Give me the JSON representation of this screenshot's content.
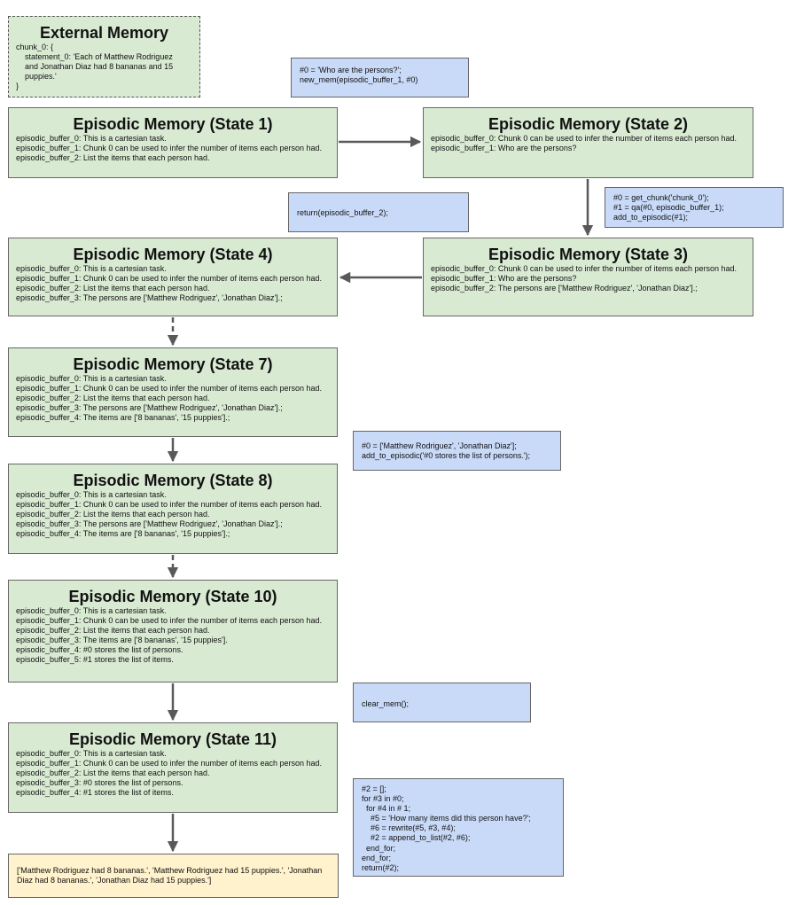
{
  "external": {
    "title": "External Memory",
    "lines": [
      "chunk_0: {",
      "    statement_0: 'Each of Matthew Rodriguez",
      "    and Jonathan Diaz had 8 bananas and 15",
      "    puppies.'",
      "}"
    ]
  },
  "states": {
    "s1": {
      "title": "Episodic Memory (State 1)",
      "lines": [
        "episodic_buffer_0: This is a cartesian task.",
        "episodic_buffer_1: Chunk 0 can be used to infer the number of items each person had.",
        "episodic_buffer_2: List the items that each person had."
      ]
    },
    "s2": {
      "title": "Episodic Memory (State 2)",
      "lines": [
        "episodic_buffer_0: Chunk 0 can be used to infer the number of items each person had.",
        "episodic_buffer_1: Who are the persons?"
      ]
    },
    "s3": {
      "title": "Episodic Memory (State 3)",
      "lines": [
        "episodic_buffer_0: Chunk 0 can be used to infer the number of items each person had.",
        "episodic_buffer_1: Who are the persons?",
        "episodic_buffer_2: The persons are ['Matthew Rodriguez', 'Jonathan Diaz'].;"
      ]
    },
    "s4": {
      "title": "Episodic Memory (State 4)",
      "lines": [
        "episodic_buffer_0: This is a cartesian task.",
        "episodic_buffer_1: Chunk 0 can be used to infer the number of items each person had.",
        "episodic_buffer_2: List the items that each person had.",
        "episodic_buffer_3: The persons are ['Matthew Rodriguez', 'Jonathan Diaz'].;"
      ]
    },
    "s7": {
      "title": "Episodic Memory (State 7)",
      "lines": [
        "episodic_buffer_0: This is a cartesian task.",
        "episodic_buffer_1: Chunk 0 can be used to infer the number of items each person had.",
        "episodic_buffer_2: List the items that each person had.",
        "episodic_buffer_3: The persons are ['Matthew Rodriguez', 'Jonathan Diaz'].;",
        "episodic_buffer_4: The items are ['8 bananas', '15 puppies'].;"
      ]
    },
    "s8": {
      "title": "Episodic Memory (State 8)",
      "lines": [
        "episodic_buffer_0: This is a cartesian task.",
        "episodic_buffer_1: Chunk 0 can be used to infer the number of items each person had.",
        "episodic_buffer_2: List the items that each person had.",
        "episodic_buffer_3: The persons are ['Matthew Rodriguez', 'Jonathan Diaz'].;",
        "episodic_buffer_4: The items are ['8 bananas', '15 puppies'].;"
      ]
    },
    "s10": {
      "title": "Episodic Memory (State 10)",
      "lines": [
        "episodic_buffer_0: This is a cartesian task.",
        "episodic_buffer_1: Chunk 0 can be used to infer the number of items each person had.",
        "episodic_buffer_2: List the items that each person had.",
        "episodic_buffer_3: The items are ['8 bananas', '15 puppies'].",
        "episodic_buffer_4: #0 stores the list of persons.",
        "episodic_buffer_5: #1 stores the list of items."
      ]
    },
    "s11": {
      "title": "Episodic Memory (State 11)",
      "lines": [
        "episodic_buffer_0: This is a cartesian task.",
        "episodic_buffer_1: Chunk 0 can be used to infer the number of items each person had.",
        "episodic_buffer_2: List the items that each person had.",
        "episodic_buffer_3: #0 stores the list of persons.",
        "episodic_buffer_4: #1 stores the list of items."
      ]
    }
  },
  "code": {
    "c1": {
      "lines": [
        "#0 = 'Who are the persons?';",
        "new_mem(episodic_buffer_1, #0)"
      ]
    },
    "c2": {
      "lines": [
        "#0 = get_chunk('chunk_0');",
        "#1 = qa(#0, episodic_buffer_1);",
        "add_to_episodic(#1);"
      ]
    },
    "c3": {
      "lines": [
        "return(episodic_buffer_2);"
      ]
    },
    "c4": {
      "lines": [
        "#0 = ['Matthew Rodriguez', 'Jonathan Diaz'];",
        "add_to_episodic('#0 stores the list of persons.');"
      ]
    },
    "c5": {
      "lines": [
        "clear_mem();"
      ]
    },
    "c6": {
      "lines": [
        "#2 = [];",
        "for #3 in #0;",
        "  for #4 in # 1;",
        "    #5 = 'How many items did this person have?';",
        "    #6 = rewrite(#5, #3, #4);",
        "    #2 = append_to_list(#2, #6);",
        "  end_for;",
        "end_for;",
        "return(#2);"
      ]
    }
  },
  "output": {
    "text": "['Matthew Rodriguez had 8 bananas.', 'Matthew Rodriguez had 15 puppies.', 'Jonathan Diaz had 8 bananas.', 'Jonathan Diaz had 15 puppies.']"
  },
  "colors": {
    "green": "#d9ead3",
    "blue": "#c9daf8",
    "yellow": "#fff2cc",
    "arrow": "#595959"
  }
}
